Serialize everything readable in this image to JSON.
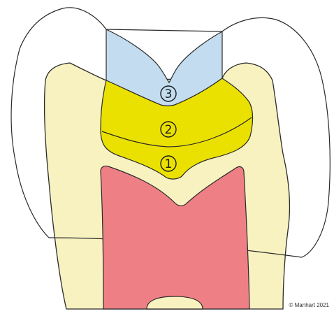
{
  "layers": [
    {
      "number": "3",
      "color": "#c3dcef"
    },
    {
      "number": "2",
      "color": "#ebe100"
    },
    {
      "number": "1",
      "color": "#ebe100"
    }
  ],
  "colors": {
    "dentin": "#f8f2c0",
    "pulp": "#ee8085",
    "enamel_outline": "#2a2a2a",
    "background": "#ffffff"
  },
  "copyright": "© Manhart 2021"
}
